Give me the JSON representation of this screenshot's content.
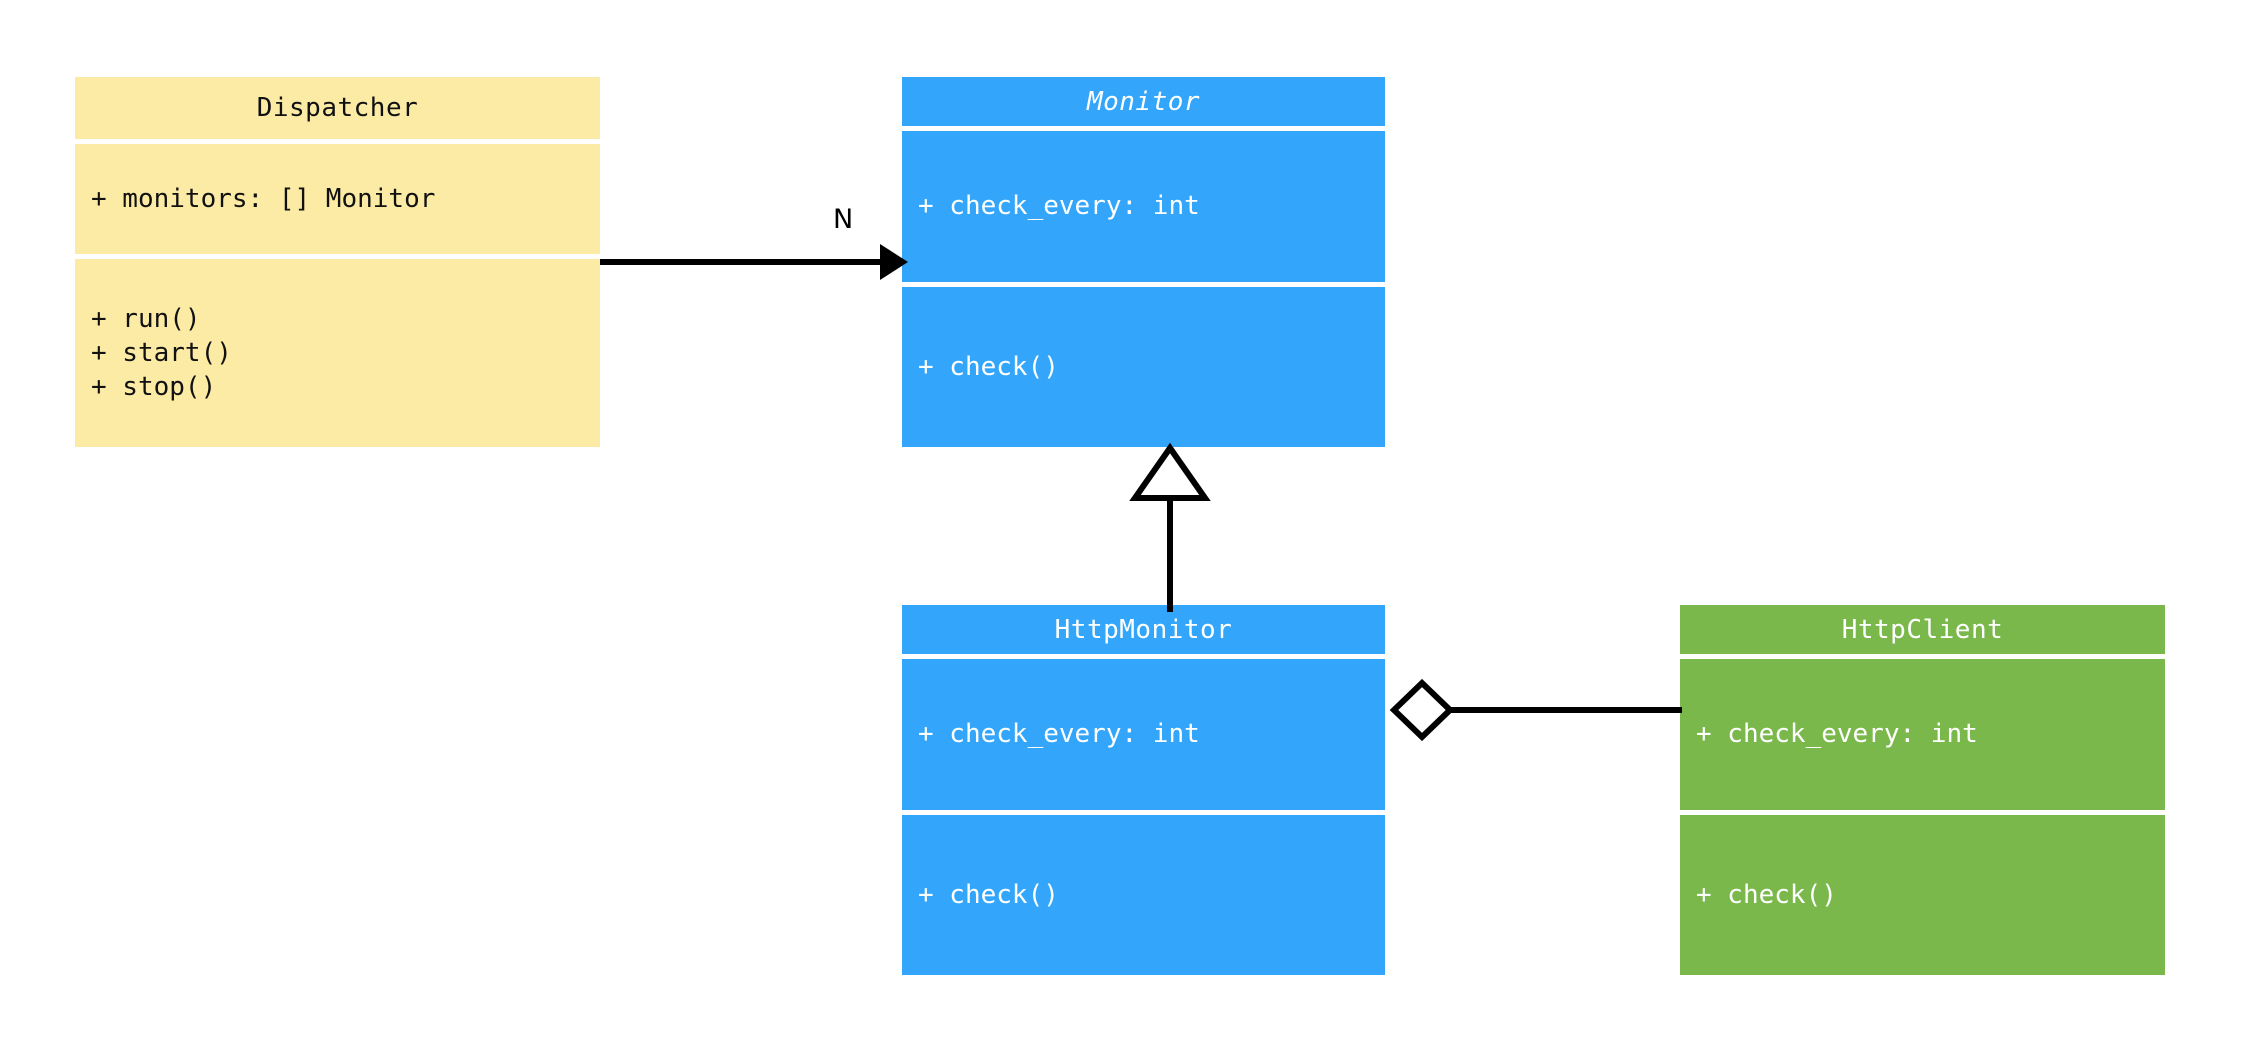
{
  "diagram": {
    "type": "uml-class-diagram",
    "background": "#ffffff",
    "palette": {
      "yellow": "#fceba4",
      "blue": "#33a6fb",
      "green": "#7ab84c",
      "line": "#000000",
      "text_dark": "#111111",
      "text_light": "#ffffff"
    }
  },
  "classes": {
    "dispatcher": {
      "name": "Dispatcher",
      "color": "#fceba4",
      "abstract": false,
      "attributes": [
        "+ monitors: [] Monitor"
      ],
      "methods": [
        "+ run()",
        "+ start()",
        "+ stop()"
      ]
    },
    "monitor": {
      "name": "Monitor",
      "color": "#33a6fb",
      "abstract": true,
      "attributes": [
        "+ check_every: int"
      ],
      "methods": [
        "+ check()"
      ]
    },
    "http_monitor": {
      "name": "HttpMonitor",
      "color": "#33a6fb",
      "abstract": false,
      "attributes": [
        "+ check_every: int"
      ],
      "methods": [
        "+ check()"
      ]
    },
    "http_client": {
      "name": "HttpClient",
      "color": "#7ab84c",
      "abstract": false,
      "attributes": [
        "+ check_every: int"
      ],
      "methods": [
        "+ check()"
      ]
    }
  },
  "relationships": {
    "dispatcher_to_monitor": {
      "kind": "association",
      "from": "Dispatcher",
      "to": "Monitor",
      "arrow": "filled-triangle",
      "label": "N"
    },
    "http_monitor_to_monitor": {
      "kind": "generalization",
      "from": "HttpMonitor",
      "to": "Monitor",
      "arrow": "hollow-triangle",
      "label": ""
    },
    "http_monitor_to_http_client": {
      "kind": "aggregation",
      "from": "HttpMonitor",
      "to": "HttpClient",
      "arrow": "hollow-diamond",
      "label": ""
    }
  }
}
